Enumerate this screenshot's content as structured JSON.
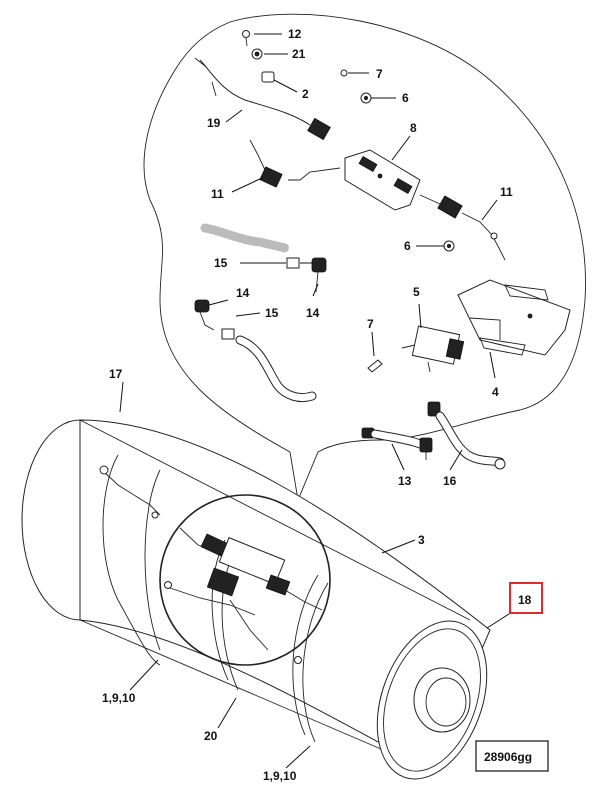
{
  "diagram": {
    "callouts": [
      {
        "id": "c12",
        "text": "12"
      },
      {
        "id": "c21",
        "text": "21"
      },
      {
        "id": "c7a",
        "text": "7"
      },
      {
        "id": "c2",
        "text": "2"
      },
      {
        "id": "c6a",
        "text": "6"
      },
      {
        "id": "c19",
        "text": "19"
      },
      {
        "id": "c8",
        "text": "8"
      },
      {
        "id": "c11a",
        "text": "11"
      },
      {
        "id": "c11b",
        "text": "11"
      },
      {
        "id": "c6b",
        "text": "6"
      },
      {
        "id": "c15a",
        "text": "15"
      },
      {
        "id": "c14a",
        "text": "14"
      },
      {
        "id": "c5",
        "text": "5"
      },
      {
        "id": "c14b",
        "text": "14"
      },
      {
        "id": "c15b",
        "text": "15"
      },
      {
        "id": "c14c",
        "text": "14"
      },
      {
        "id": "c7b",
        "text": "7"
      },
      {
        "id": "c4",
        "text": "4"
      },
      {
        "id": "c17",
        "text": "17"
      },
      {
        "id": "c13",
        "text": "13"
      },
      {
        "id": "c16",
        "text": "16"
      },
      {
        "id": "c3",
        "text": "3"
      },
      {
        "id": "c18",
        "text": "18"
      },
      {
        "id": "c1910a",
        "text": "1,9,10"
      },
      {
        "id": "c20",
        "text": "20"
      },
      {
        "id": "c1910b",
        "text": "1,9,10"
      }
    ],
    "figure_code": "28906gg",
    "highlight_color": "#e0282e"
  }
}
